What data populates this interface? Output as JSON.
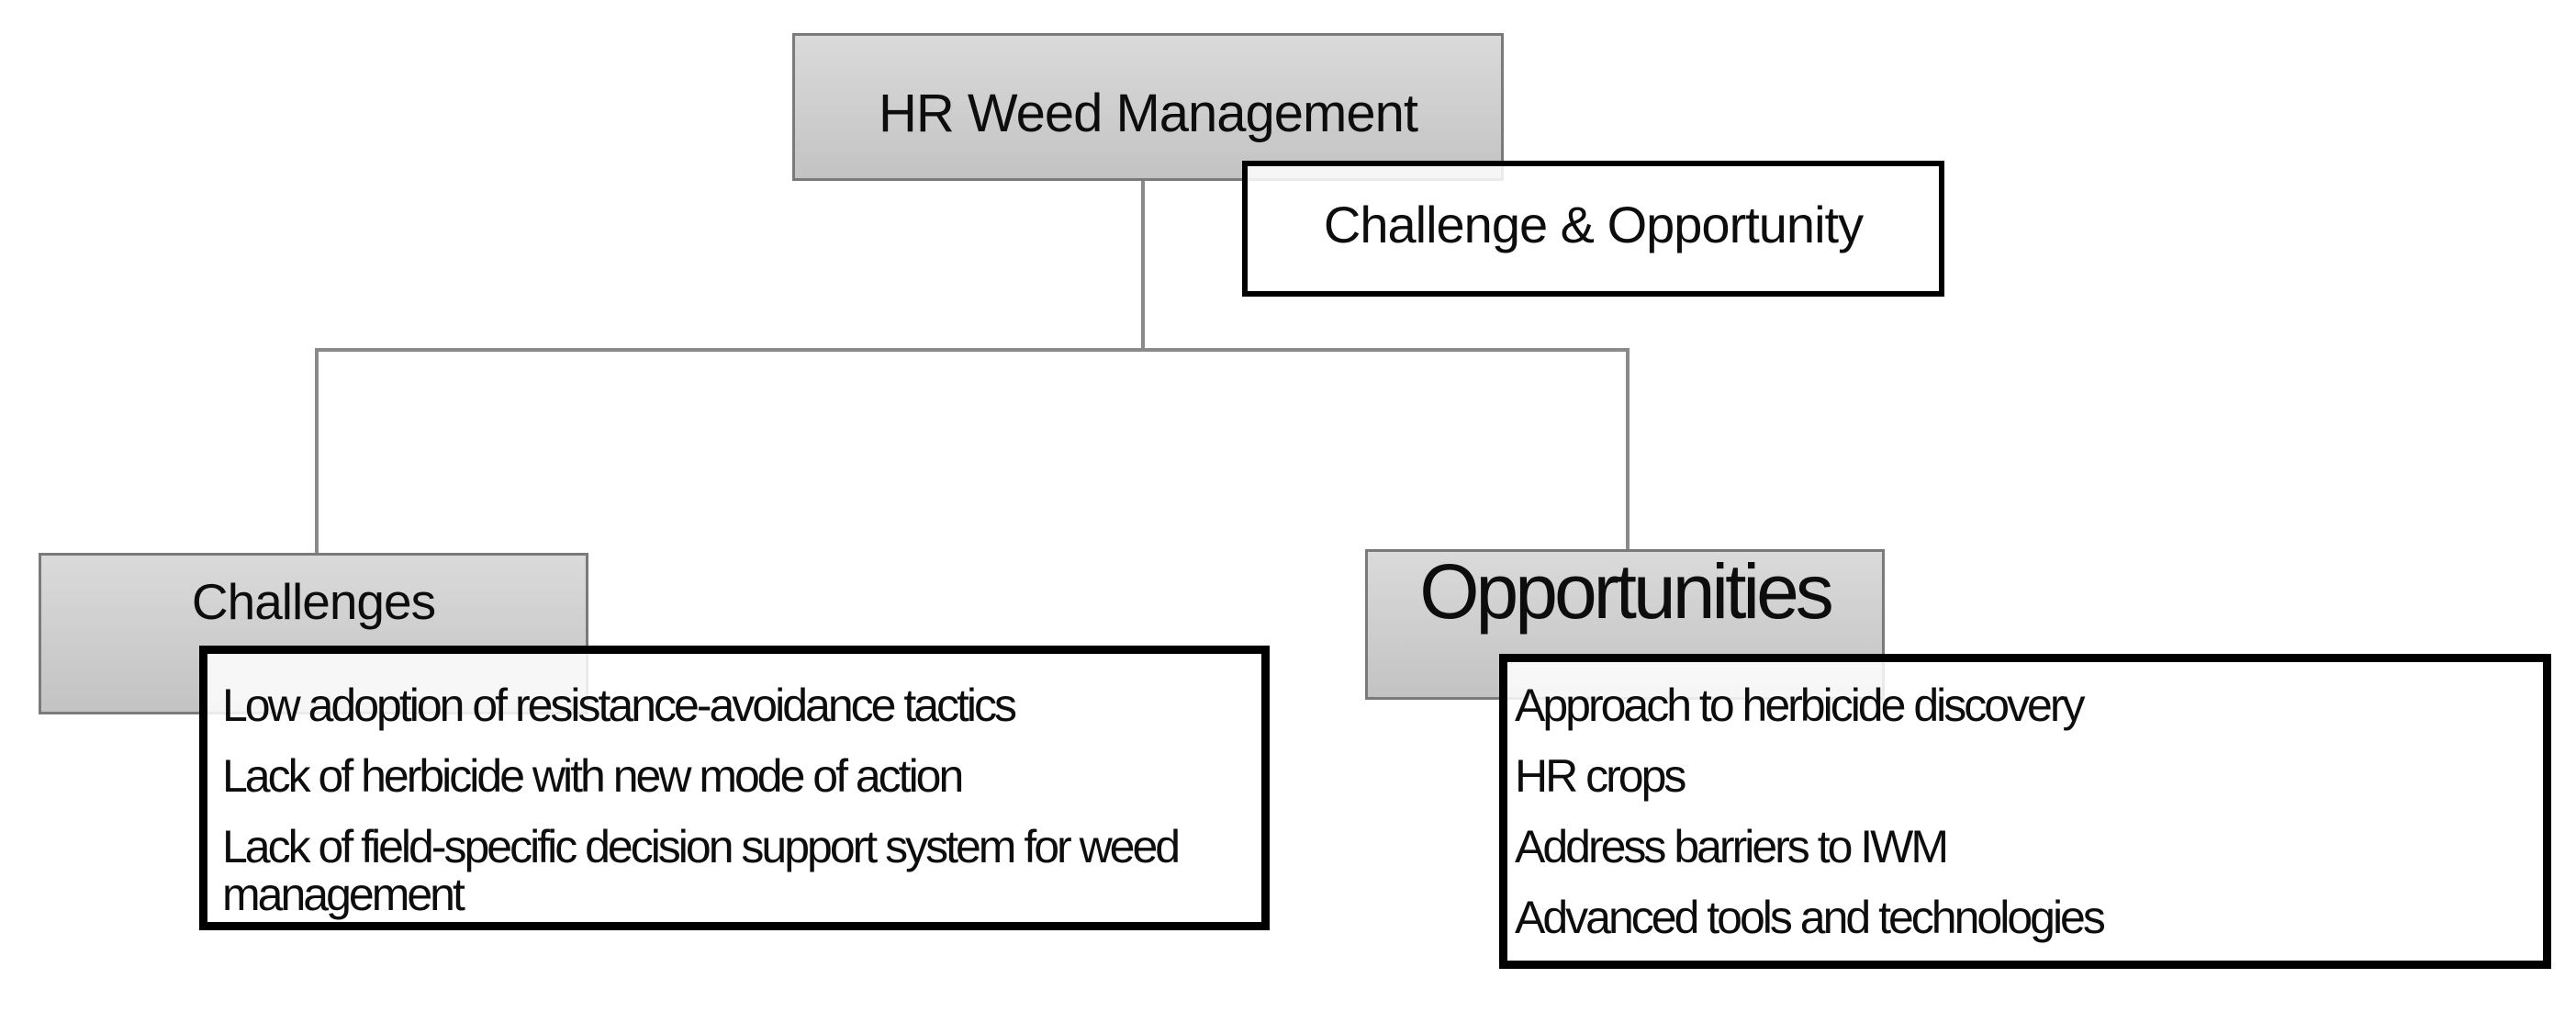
{
  "colors": {
    "page_bg": "#ffffff",
    "node_fill_top": "#dadada",
    "node_fill_bottom": "#c3c3c3",
    "node_border": "#7a7a7a",
    "connector": "#8a8a8a",
    "callout_border": "#000000",
    "text": "#0d0d0d"
  },
  "diagram": {
    "root": {
      "label": "HR Weed Management"
    },
    "annotation": {
      "label": "Challenge & Opportunity"
    },
    "branches": [
      {
        "label": "Challenges",
        "items": [
          "Low adoption of resistance-avoidance tactics",
          "Lack of herbicide with new mode of action",
          "Lack of field-specific decision support system for weed management"
        ]
      },
      {
        "label": "Opportunities",
        "items": [
          "Approach to herbicide discovery",
          "HR crops",
          "Address barriers to IWM",
          "Advanced tools and technologies"
        ]
      }
    ]
  }
}
